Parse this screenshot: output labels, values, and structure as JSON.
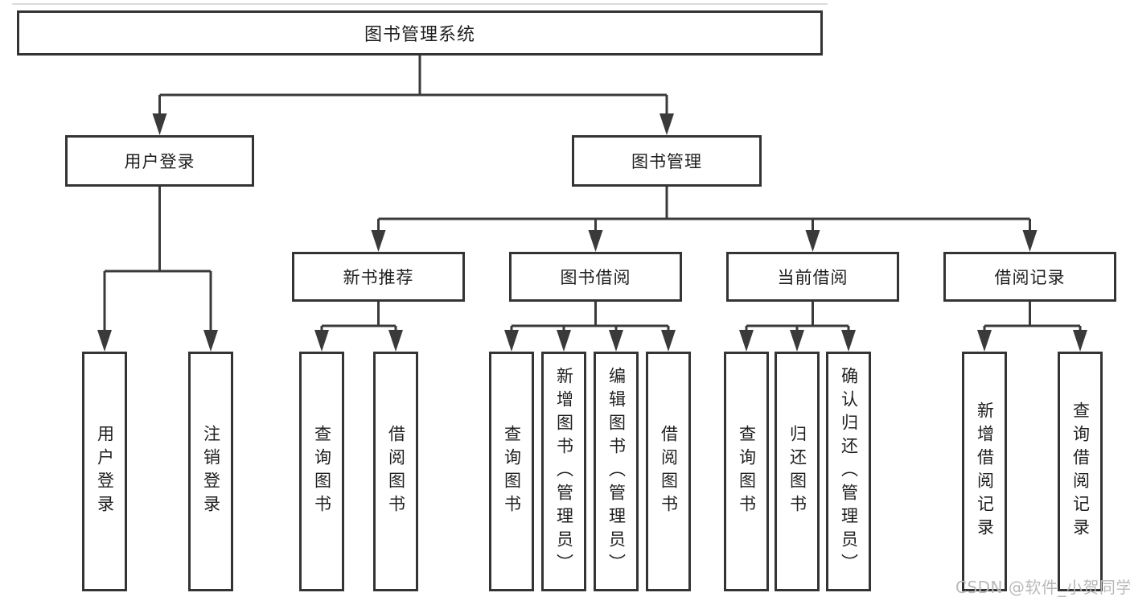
{
  "diagram": {
    "root": {
      "label": "图书管理系统"
    },
    "level2": [
      {
        "label": "用户登录"
      },
      {
        "label": "图书管理"
      }
    ],
    "level3": [
      {
        "label": "新书推荐"
      },
      {
        "label": "图书借阅"
      },
      {
        "label": "当前借阅"
      },
      {
        "label": "借阅记录"
      }
    ],
    "leaves": [
      {
        "label": "用户登录"
      },
      {
        "label": "注销登录"
      },
      {
        "label": "查询图书"
      },
      {
        "label": "借阅图书"
      },
      {
        "label": "查询图书"
      },
      {
        "label": "新增图书（管理员）"
      },
      {
        "label": "编辑图书（管理员）"
      },
      {
        "label": "借阅图书"
      },
      {
        "label": "查询图书"
      },
      {
        "label": "归还图书"
      },
      {
        "label": "确认归还（管理员）"
      },
      {
        "label": "新增借阅记录"
      },
      {
        "label": "查询借阅记录"
      }
    ]
  },
  "watermark": "CSDN @软件_小贺同学",
  "colors": {
    "line": "#3a3a3a",
    "box_border": "#343434",
    "box_fill": "#ffffff",
    "text": "#1f1f1f",
    "watermark": "#b9b9b9",
    "background": "#ffffff"
  }
}
